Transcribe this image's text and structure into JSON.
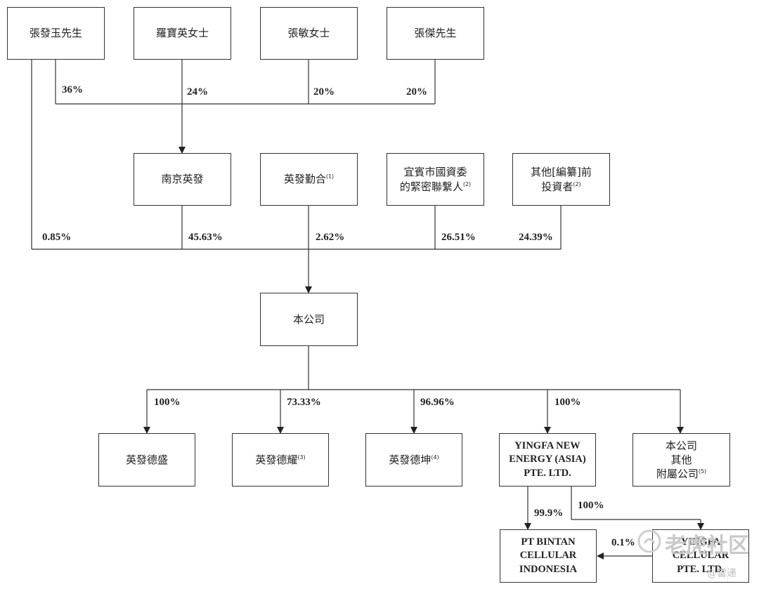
{
  "shareholders": [
    {
      "name": "張發玉先生"
    },
    {
      "name": "羅寶英女士"
    },
    {
      "name": "張敏女士"
    },
    {
      "name": "張傑先生"
    }
  ],
  "shareholder_pcts": [
    "36%",
    "24%",
    "20%",
    "20%"
  ],
  "mid_entities": {
    "nanjing": {
      "line1": "南京英發"
    },
    "qinhe": {
      "line1": "英發勤合",
      "note": "(1)"
    },
    "yibin": {
      "line1": "宜賓市國資委",
      "line2": "的緊密聯繫人",
      "note": "(2)"
    },
    "others": {
      "line1": "其他[編纂]前",
      "line2": "投資者",
      "note": "(2)"
    }
  },
  "company_pcts": [
    "0.85%",
    "45.63%",
    "2.62%",
    "26.51%",
    "24.39%"
  ],
  "company": {
    "name": "本公司"
  },
  "sub_pcts": [
    "100%",
    "73.33%",
    "96.96%",
    "100%"
  ],
  "subsidiaries": {
    "desheng": {
      "line1": "英發德盛"
    },
    "deyao": {
      "line1": "英發德耀",
      "note": "(3)"
    },
    "dekun": {
      "line1": "英發德坤",
      "note": "(4)"
    },
    "asia": {
      "line1": "YINGFA NEW",
      "line2": "ENERGY (ASIA)",
      "line3": "PTE. LTD."
    },
    "other": {
      "line1": "本公司",
      "line2": "其他",
      "line3": "附屬公司",
      "note": "(5)"
    }
  },
  "bottom_pcts": {
    "bintan_from_asia": "99.9%",
    "cellular_from_asia": "100%",
    "bintan_from_cellular": "0.1%"
  },
  "bottom_entities": {
    "bintan": {
      "line1": "PT BINTAN",
      "line2": "CELLULAR",
      "line3": "INDONESIA"
    },
    "yingfa_cellular": {
      "line1": "YINGFA",
      "line2": "CELLULAR",
      "line3": "PTE. LTD."
    }
  },
  "watermark": {
    "text": "老虎社区",
    "sub": "雷递"
  }
}
